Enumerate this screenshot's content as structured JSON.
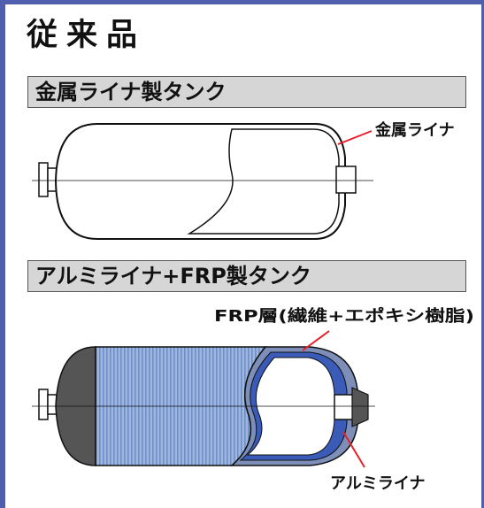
{
  "title": "従来品",
  "sections": [
    {
      "label": "金属ライナ製タンク",
      "callouts": [
        "金属ライナ"
      ]
    },
    {
      "label": "アルミライナ+FRP製タンク",
      "callouts": [
        "FRP層(繊維+エポキシ樹脂)",
        "アルミライナ"
      ]
    }
  ],
  "colors": {
    "frame": "#4f5fae",
    "bar": "#d6d6d6",
    "callout_line": "#e8202a",
    "frp_fiber": "#9fb6dd",
    "frp_stripe": "#6f8ec6",
    "aluminum_liner": "#3a5cb8",
    "end_cap": "#555555"
  }
}
